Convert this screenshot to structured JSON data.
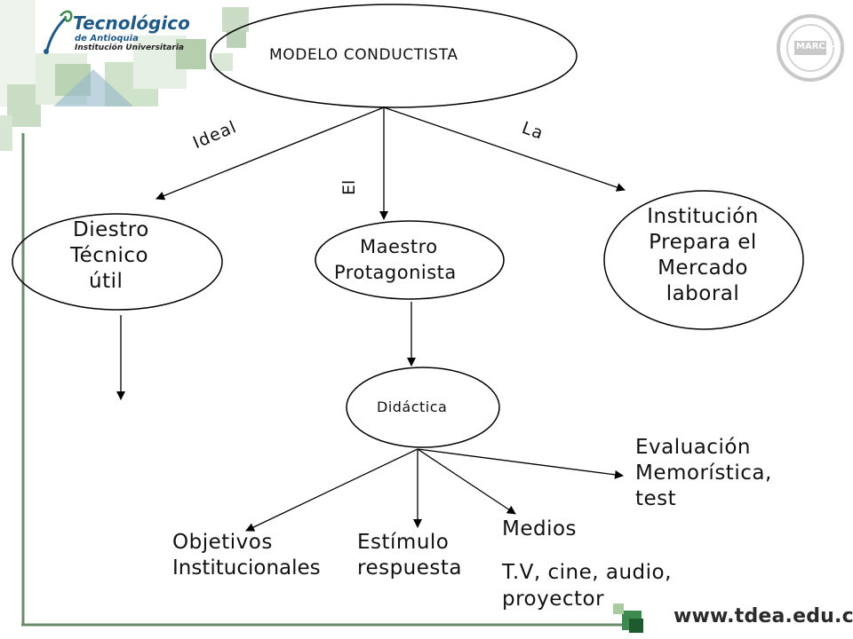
{
  "header": {
    "logo": {
      "name": "Tecnológico",
      "sub1": "de Antioquia",
      "sub2": "Institución Universitaria"
    },
    "seal": {
      "text": "MARCA-T"
    }
  },
  "diagram": {
    "root": "MODELO CONDUCTISTA",
    "edges": {
      "left": "Ideal",
      "middle": "El",
      "right": "La"
    },
    "node_left": [
      "Diestro",
      "Técnico",
      "útil"
    ],
    "node_middle": [
      "Maestro",
      "Protagonista"
    ],
    "node_right": [
      "Institución",
      "Prepara el",
      "Mercado",
      "laboral"
    ],
    "node_didactica": "Didáctica",
    "leaf_evaluacion": [
      "Evaluación",
      "Memorística,",
      "test"
    ],
    "leaf_objetivos": [
      "Objetivos",
      "Institucionales"
    ],
    "leaf_estimulo": [
      "Estímulo",
      "respuesta"
    ],
    "leaf_medios": {
      "title": "Medios",
      "lines": [
        "T.V, cine, audio,",
        "proyector"
      ]
    }
  },
  "footer": {
    "url": "www.tdea.edu.co"
  },
  "colors": {
    "green_light": "#d5e6cf",
    "green_mid": "#a9cba0",
    "green_dark": "#2f7a43",
    "blue_brand": "#1f5a86",
    "line": "#000000"
  }
}
